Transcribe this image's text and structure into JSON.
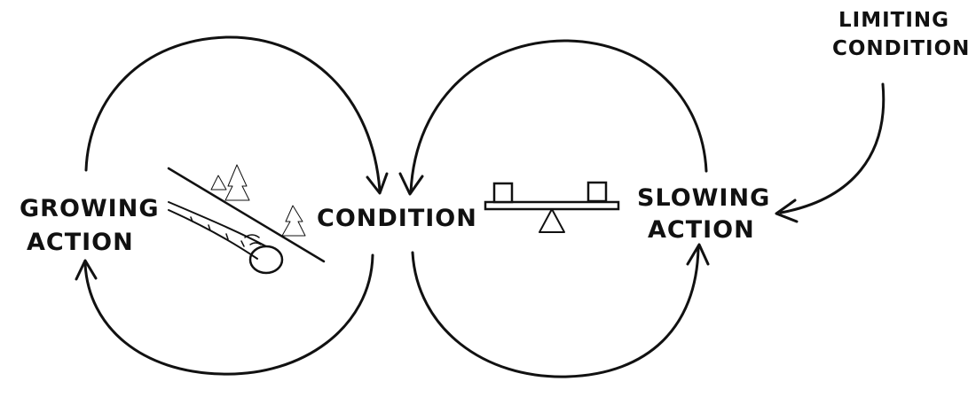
{
  "labels": {
    "growing_line1": "GROWING",
    "growing_line2": "ACTION",
    "condition": "CONDITION",
    "slowing_line1": "SLOWING",
    "slowing_line2": "ACTION",
    "limiting_line1": "LIMITING",
    "limiting_line2": "CONDITION"
  },
  "icons": {
    "left_loop": "reinforcing-loop-arrows",
    "right_loop": "balancing-loop-arrows",
    "snowball": "snowball-rolling-downhill-icon",
    "seesaw": "balance-seesaw-icon",
    "limiting_arrow": "curved-arrow-icon"
  },
  "colors": {
    "ink": "#111111",
    "paper": "#ffffff"
  }
}
